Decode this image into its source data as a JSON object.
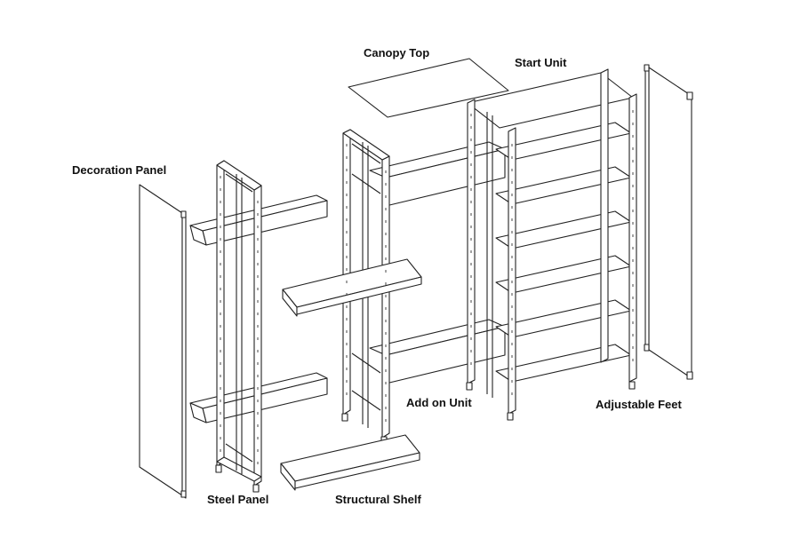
{
  "labels": {
    "canopy_top": "Canopy Top",
    "start_unit": "Start Unit",
    "decoration_panel": "Decoration Panel",
    "add_on_unit": "Add on Unit",
    "adjustable_feet": "Adjustable Feet",
    "steel_panel": "Steel Panel",
    "structural_shelf": "Structural Shelf"
  },
  "colors": {
    "line": "#222222",
    "background": "#ffffff",
    "text": "#111111"
  }
}
